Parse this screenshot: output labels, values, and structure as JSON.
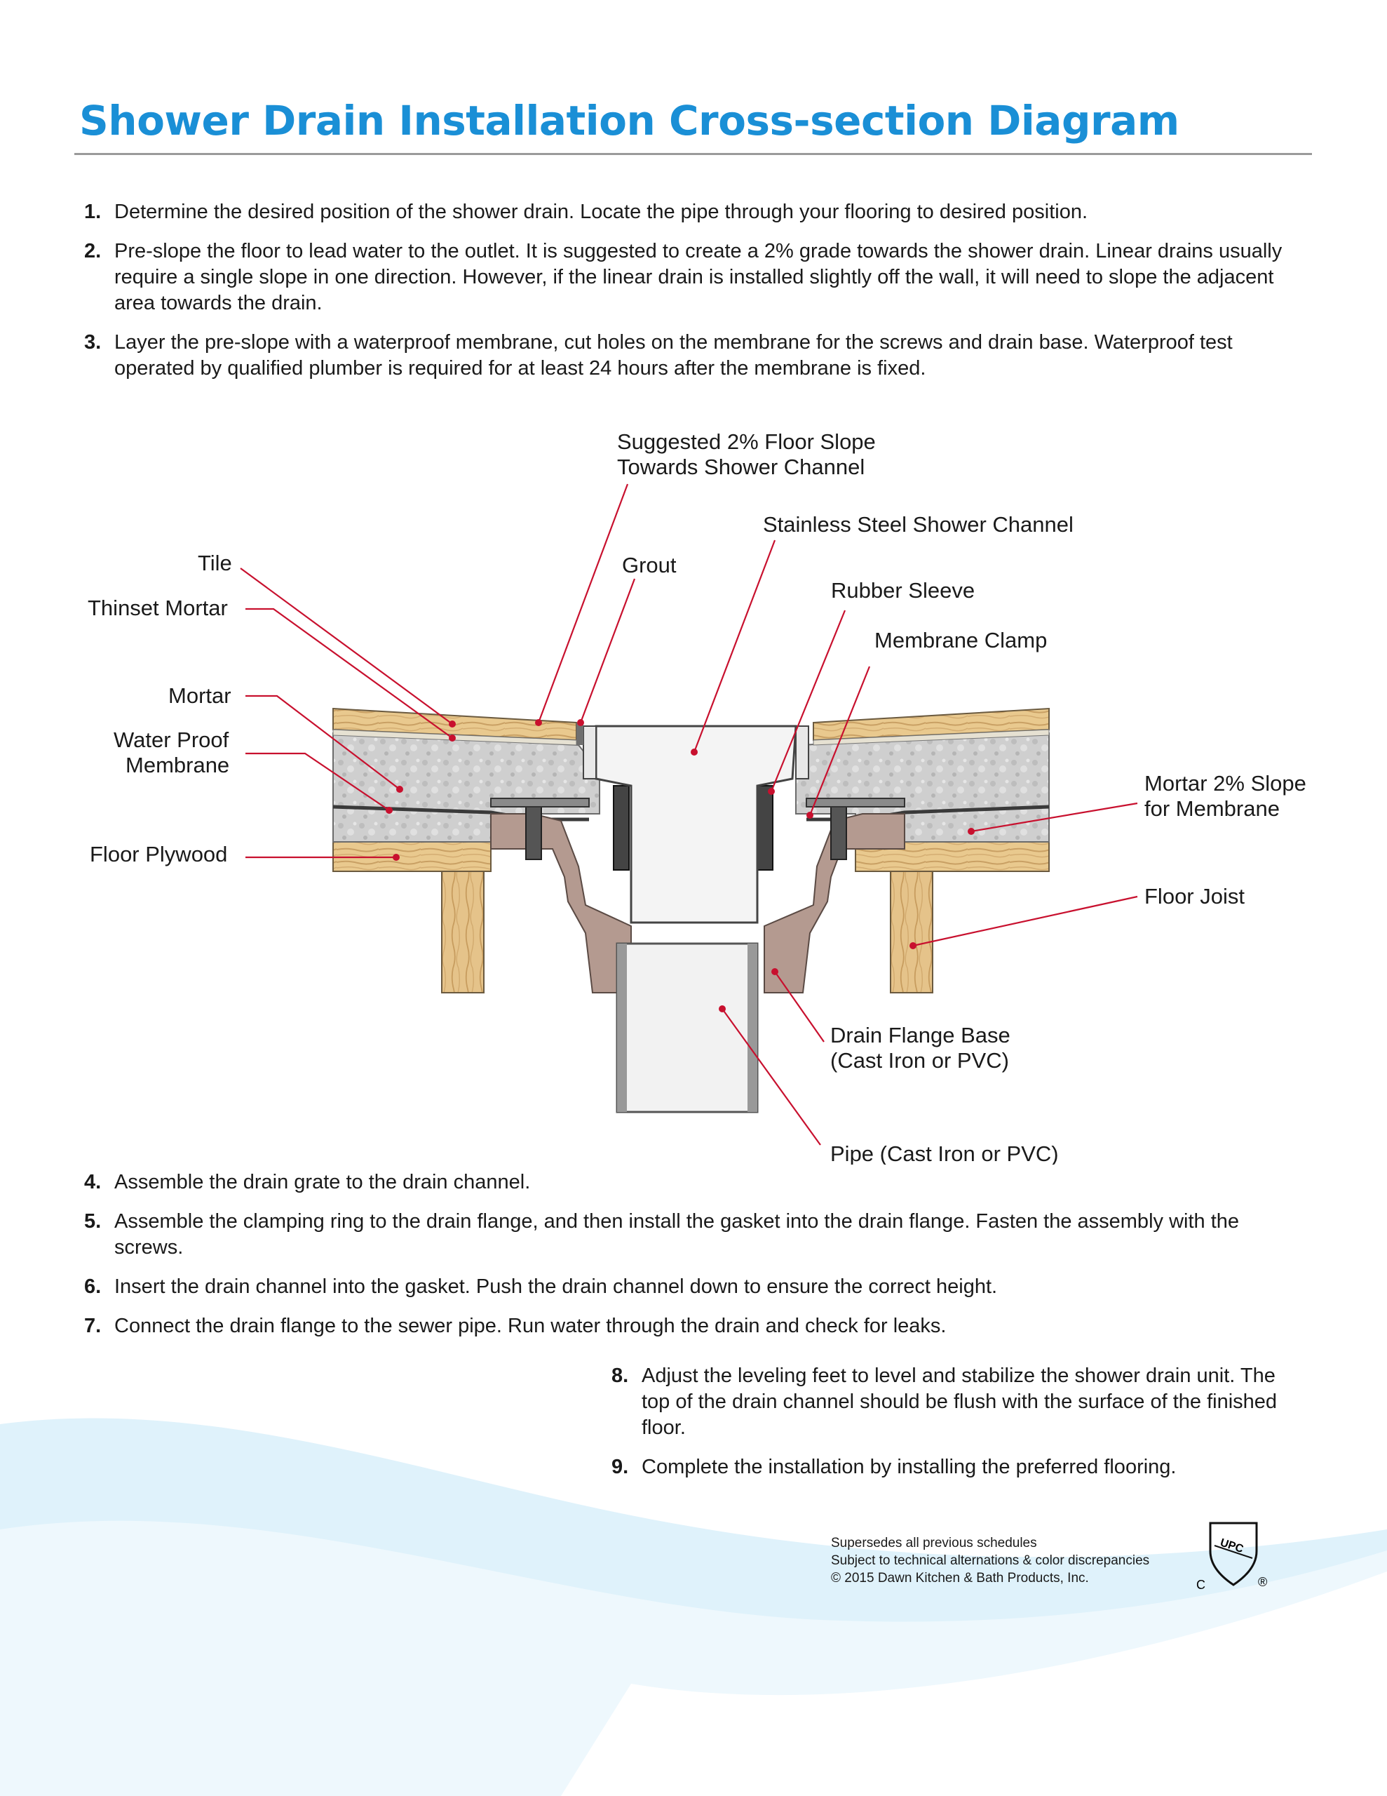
{
  "title": "Shower Drain Installation Cross-section Diagram",
  "steps_top": [
    {
      "num": "1.",
      "text": "Determine the desired position of the shower drain.  Locate the pipe through your flooring to desired position."
    },
    {
      "num": "2.",
      "text": "Pre-slope the floor to lead water to the outlet. It is suggested to create a 2% grade towards the shower drain.  Linear drains usually require a single slope in one direction.  However, if the linear drain is installed slightly off the wall, it will need to slope the adjacent area towards the drain."
    },
    {
      "num": "3.",
      "text": "Layer the pre-slope with a waterproof membrane, cut holes on the membrane for the screws and drain base.  Waterproof test operated by qualified plumber is required for at least 24 hours after the membrane is fixed."
    }
  ],
  "diagram": {
    "labels": {
      "floor_slope_l1": "Suggested 2% Floor Slope",
      "floor_slope_l2": "Towards Shower Channel",
      "channel": "Stainless Steel Shower Channel",
      "grout": "Grout",
      "tile": "Tile",
      "thinset": "Thinset Mortar",
      "rubber_sleeve": "Rubber Sleeve",
      "membrane_clamp": "Membrane Clamp",
      "mortar": "Mortar",
      "membrane_l1": "Water Proof",
      "membrane_l2": "Membrane",
      "mortar_slope_l1": "Mortar 2% Slope",
      "mortar_slope_l2": "for Membrane",
      "plywood": "Floor Plywood",
      "joist": "Floor Joist",
      "flange_l1": "Drain Flange Base",
      "flange_l2": "(Cast Iron or PVC)",
      "pipe": "Pipe (Cast Iron or PVC)"
    }
  },
  "steps_mid": [
    {
      "num": "4.",
      "text": "Assemble the drain grate to the drain channel."
    },
    {
      "num": "5.",
      "text": "Assemble the clamping ring to the drain flange, and then install the gasket into the drain flange. Fasten the assembly with the screws."
    },
    {
      "num": "6.",
      "text": "Insert the drain channel into the gasket. Push the drain channel down to ensure the correct height."
    },
    {
      "num": "7.",
      "text": "Connect the drain flange to the sewer pipe. Run water through the drain and check for leaks."
    }
  ],
  "steps_bottom": [
    {
      "num": "8.",
      "text": "Adjust the leveling feet to level and stabilize the shower drain unit. The top of the drain channel should be flush with the surface of the finished floor."
    },
    {
      "num": "9.",
      "text": "Complete the installation by installing the preferred flooring."
    }
  ],
  "footer": {
    "line1": "Supersedes all previous schedules",
    "line2": "Subject to technical alternations & color discrepancies",
    "line3": "© 2015 Dawn Kitchen & Bath Products, Inc."
  },
  "badge": {
    "text": "UPC",
    "c": "C",
    "r": "®"
  },
  "colors": {
    "accent": "#1a8fd6",
    "leader": "#c8102e",
    "wave": "#dff2fb"
  }
}
